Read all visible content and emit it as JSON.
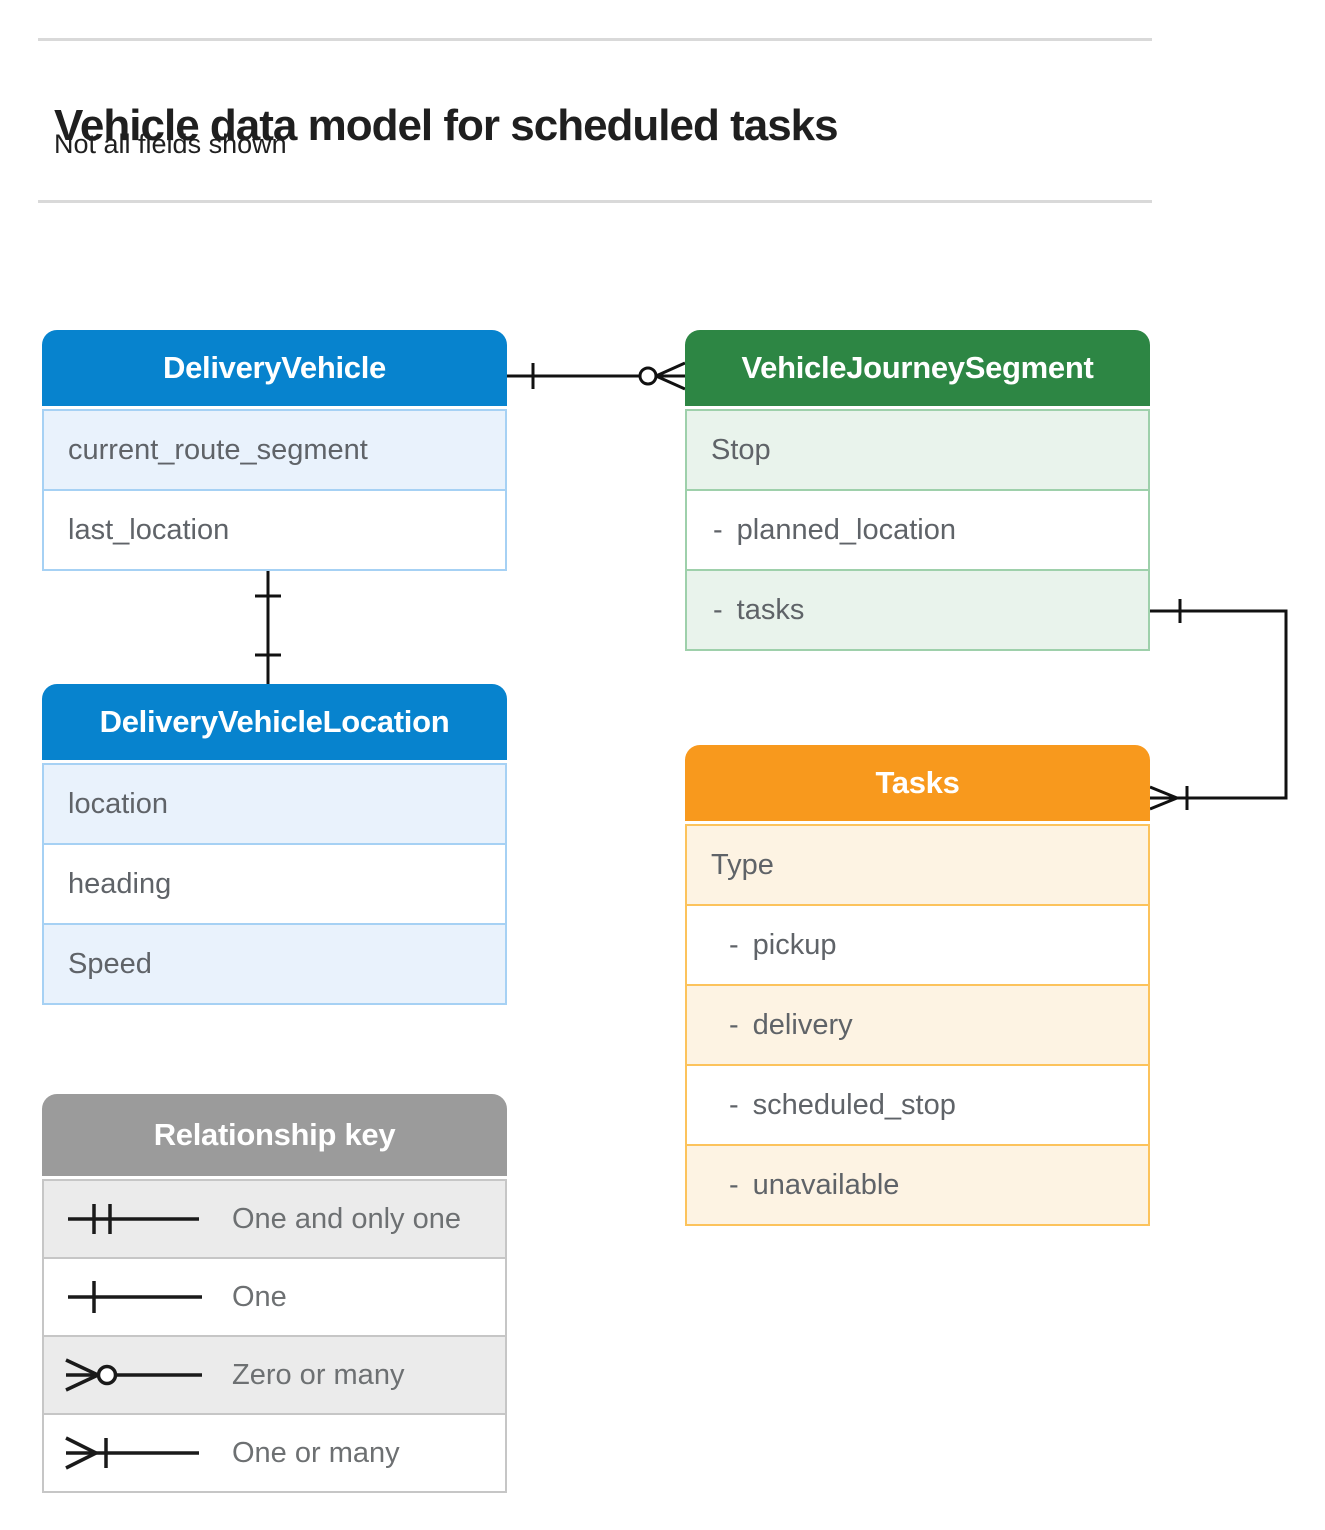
{
  "page": {
    "title": "Vehicle data model for scheduled tasks",
    "subtitle": "Not all fields shown"
  },
  "entities": {
    "delivery_vehicle": {
      "title": "DeliveryVehicle",
      "rows": [
        {
          "label": "current_route_segment"
        },
        {
          "label": "last_location"
        }
      ]
    },
    "vehicle_journey_segment": {
      "title": "VehicleJourneySegment",
      "rows": [
        {
          "label": "Stop"
        },
        {
          "prefix": "-",
          "label": "planned_location"
        },
        {
          "prefix": "-",
          "label": "tasks"
        }
      ]
    },
    "delivery_vehicle_location": {
      "title": "DeliveryVehicleLocation",
      "rows": [
        {
          "label": "location"
        },
        {
          "label": "heading"
        },
        {
          "label": "Speed"
        }
      ]
    },
    "tasks": {
      "title": "Tasks",
      "rows": [
        {
          "label": "Type"
        },
        {
          "prefix": "-",
          "label": "pickup"
        },
        {
          "prefix": "-",
          "label": "delivery"
        },
        {
          "prefix": "-",
          "label": "scheduled_stop"
        },
        {
          "prefix": "-",
          "label": "unavailable"
        }
      ]
    }
  },
  "relationships": [
    {
      "from": "DeliveryVehicle",
      "to": "VehicleJourneySegment",
      "from_cardinality": "one",
      "to_cardinality": "zero-or-many"
    },
    {
      "from": "DeliveryVehicle",
      "to": "DeliveryVehicleLocation",
      "from_cardinality": "one",
      "to_cardinality": "one"
    },
    {
      "from": "VehicleJourneySegment.tasks",
      "to": "Tasks",
      "from_cardinality": "one",
      "to_cardinality": "one-or-many"
    }
  ],
  "legend": {
    "title": "Relationship key",
    "items": [
      {
        "symbol": "one-and-only-one-symbol",
        "label": "One and only one"
      },
      {
        "symbol": "one-symbol",
        "label": "One"
      },
      {
        "symbol": "zero-or-many-symbol",
        "label": "Zero or many"
      },
      {
        "symbol": "one-or-many-symbol",
        "label": "One or many"
      }
    ]
  },
  "colors": {
    "blue_header": "#0783ce",
    "blue_row": "#e9f2fc",
    "blue_border": "#a6d1f4",
    "green_header": "#2d8644",
    "green_row": "#e9f3ec",
    "green_border": "#9ed0ab",
    "orange_header": "#f8991d",
    "orange_row": "#fdf3e3",
    "orange_border": "#fcc35c",
    "gray_header": "#9b9b9b",
    "gray_row": "#ebebeb",
    "gray_border": "#c6c6c6"
  }
}
